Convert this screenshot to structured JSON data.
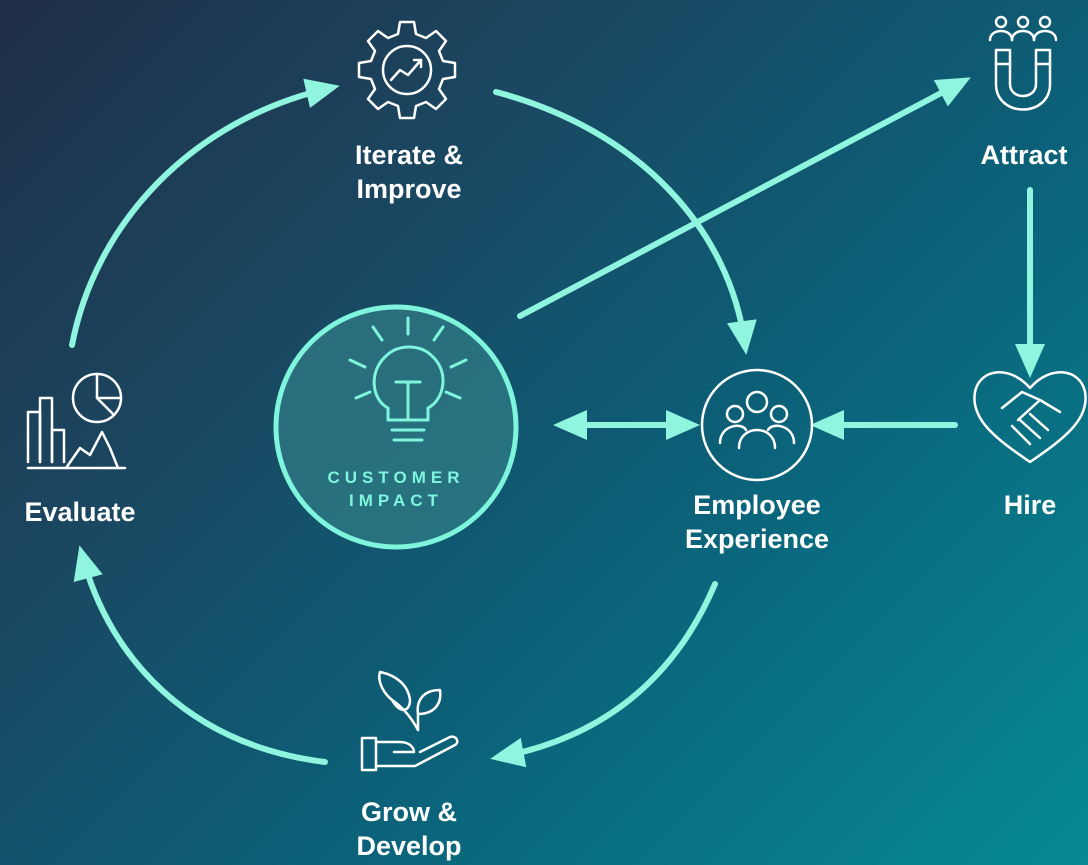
{
  "colors": {
    "accent": "#8ff5de",
    "text": "#ffffff",
    "center_text": "#7ef5dc"
  },
  "center": {
    "line1": "CUSTOMER",
    "line2": "IMPACT",
    "icon": "lightbulb-icon"
  },
  "nodes": {
    "iterate": {
      "line1": "Iterate &",
      "line2": "Improve",
      "icon": "gear-chart-icon"
    },
    "employee": {
      "line1": "Employee",
      "line2": "Experience",
      "icon": "people-circle-icon"
    },
    "grow": {
      "line1": "Grow &",
      "line2": "Develop",
      "icon": "hand-plant-icon"
    },
    "evaluate": {
      "line1": "Evaluate",
      "icon": "analytics-chart-icon"
    },
    "attract": {
      "line1": "Attract",
      "icon": "magnet-people-icon"
    },
    "hire": {
      "line1": "Hire",
      "icon": "handshake-heart-icon"
    }
  }
}
